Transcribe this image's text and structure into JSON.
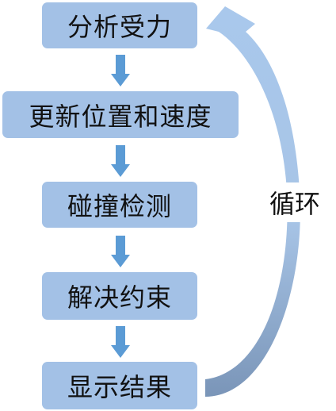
{
  "steps": [
    {
      "label": "分析受力"
    },
    {
      "label": "更新位置和速度"
    },
    {
      "label": "碰撞检测"
    },
    {
      "label": "解决约束"
    },
    {
      "label": "显示结果"
    }
  ],
  "loop": {
    "label": "循环"
  },
  "colors": {
    "box_fill": "#a3c1e6",
    "arrow_fill": "#5b9bd5",
    "loop_light": "#a9c8ec",
    "loop_dark": "#7f9bbd"
  }
}
